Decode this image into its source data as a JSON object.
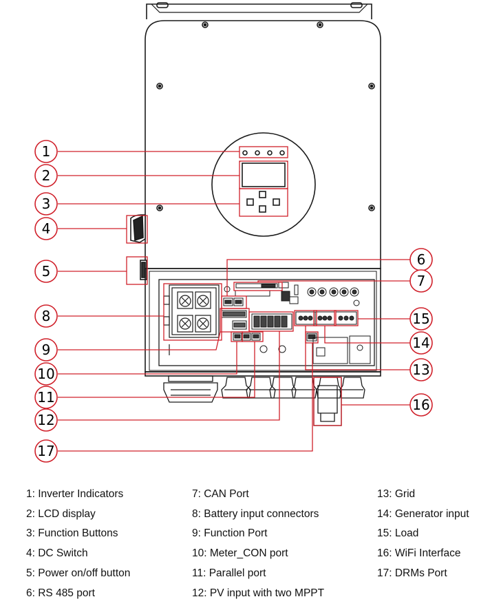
{
  "callouts": [
    "1",
    "2",
    "3",
    "4",
    "5",
    "6",
    "7",
    "8",
    "9",
    "10",
    "11",
    "12",
    "13",
    "14",
    "15",
    "16",
    "17"
  ],
  "legend": [
    "1: Inverter Indicators",
    "2: LCD display",
    "3: Function Buttons",
    "4: DC Switch",
    "5: Power on/off button",
    "6: RS 485 port",
    "7: CAN Port",
    "8: Battery input connectors",
    "9: Function Port",
    "10: Meter_CON port",
    "11: Parallel port",
    "12: PV input with two MPPT",
    "13: Grid",
    "14: Generator input",
    "15: Load",
    "16: WiFi Interface",
    "17: DRMs Port"
  ],
  "colors": {
    "callout": "#d0202a",
    "outline": "#1a1a1a"
  }
}
